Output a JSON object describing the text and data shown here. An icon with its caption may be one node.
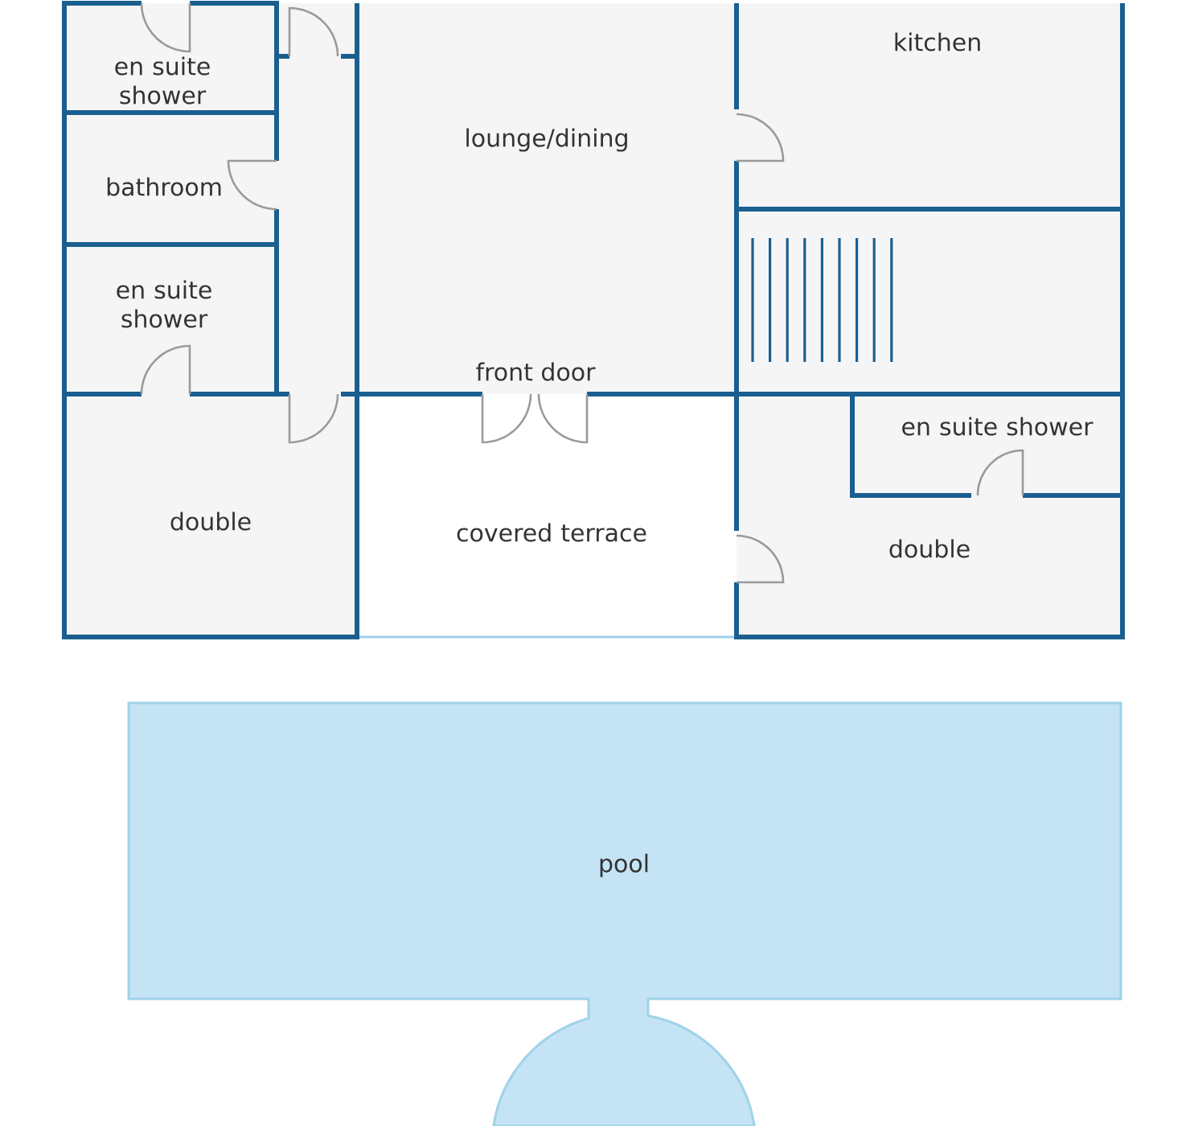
{
  "diagram": {
    "nodes": [
      {
        "text": [
          "en suite shower"
        ]
      },
      {
        "text": [],
        "shape": "box"
      },
      {
        "text": [
          "lounge/dining"
        ]
      },
      {
        "text": [
          "kitchen"
        ]
      },
      {
        "text": [
          "bathroom"
        ]
      },
      {
        "text": [],
        "shape": "box"
      },
      {
        "text": [
          "en suite shower"
        ]
      },
      {
        "text": [
          "double"
        ]
      },
      {
        "text": [
          "covered terrace"
        ]
      },
      {
        "text": [
          "en suite shower"
        ]
      },
      {
        "text": [
          "double"
        ]
      },
      {
        "text": [
          "pool"
        ]
      }
    ],
    "edges": [],
    "labels": [
      "front door"
    ]
  }
}
